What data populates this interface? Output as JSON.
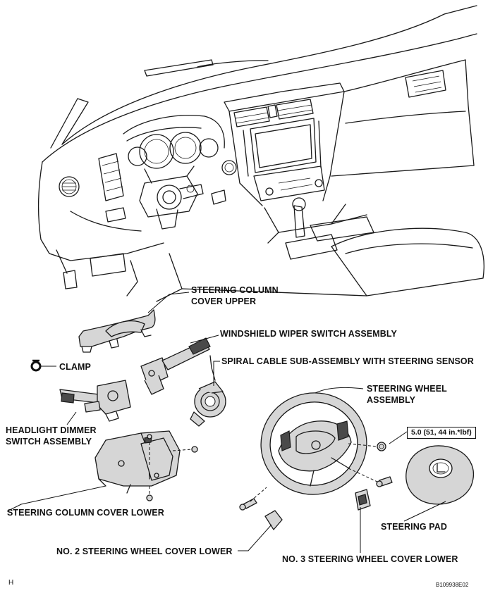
{
  "labels": {
    "steering_column_cover_upper": [
      "STEERING COLUMN",
      "COVER UPPER"
    ],
    "windshield_wiper_switch_assembly": "WINDSHIELD WIPER SWITCH ASSEMBLY",
    "clamp": "CLAMP",
    "spiral_cable": "SPIRAL CABLE SUB-ASSEMBLY WITH STEERING SENSOR",
    "steering_wheel_assembly": [
      "STEERING WHEEL",
      "ASSEMBLY"
    ],
    "headlight_dimmer_switch_assembly": [
      "HEADLIGHT DIMMER",
      "SWITCH ASSEMBLY"
    ],
    "torque": "5.0 (51, 44 in.*lbf)",
    "steering_column_cover_lower": "STEERING COLUMN COVER LOWER",
    "steering_pad": "STEERING PAD",
    "no2_steering_wheel_cover_lower": "NO. 2 STEERING WHEEL COVER LOWER",
    "no3_steering_wheel_cover_lower": "NO. 3 STEERING WHEEL COVER LOWER"
  },
  "footer": {
    "left_code": "H",
    "figure_id": "B109938E02"
  }
}
